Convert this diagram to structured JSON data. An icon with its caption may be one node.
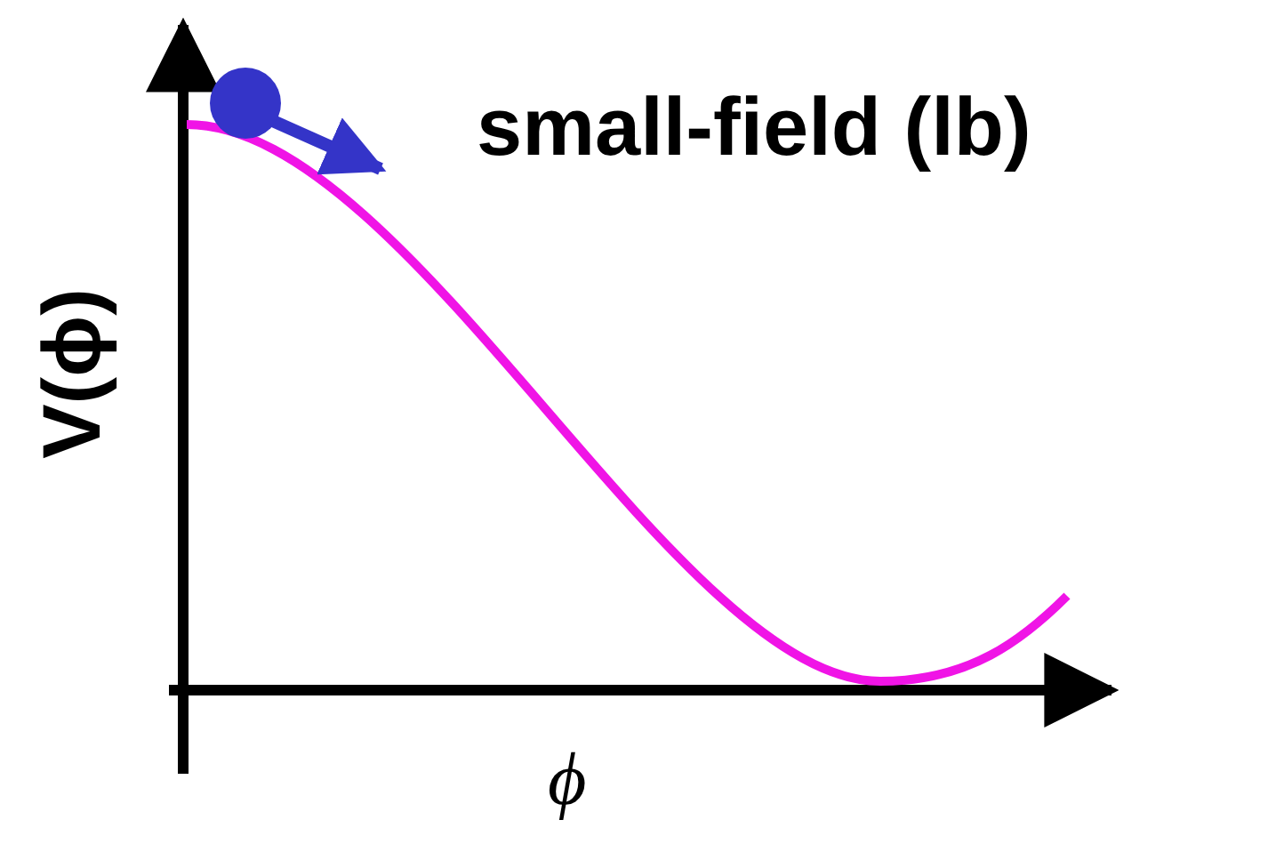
{
  "diagram": {
    "title": "small-field (lb)",
    "labels": [
      "V(ϕ)",
      "ϕ"
    ]
  }
}
